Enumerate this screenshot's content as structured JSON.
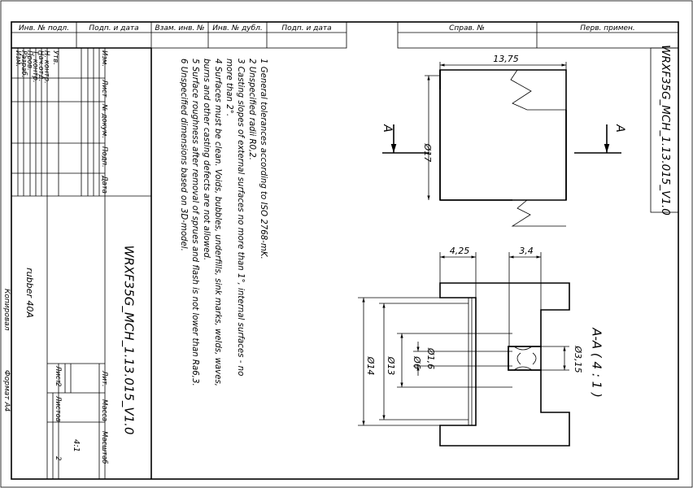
{
  "top_stamp": {
    "left_fields": [
      "Инв. № подл.",
      "Подп. и дата",
      "Взам. инв. №",
      "Инв. № дубл.",
      "Подп. и дата"
    ],
    "right_fields": [
      "Справ. №",
      "Перв. примен."
    ]
  },
  "code_box": "WRXF35G_MCH_1.13.015_V1.0",
  "left_block": {
    "roles": [
      "Изм.",
      "Разраб.",
      "Пров.",
      "Т. контр.",
      "Нач.отд.",
      "Н. контр.",
      "Утв."
    ],
    "revision_headers": [
      "Изм.",
      "Лист",
      "№ докум.",
      "Подп.",
      "Дата"
    ],
    "designation": "WRXF35G_MCH_1.13.015_V1.0",
    "material": "rubber 40A",
    "lit_label": "Лит.",
    "mass_label": "Масса",
    "scale_label": "Масштаб",
    "sheet_label": "Лист",
    "sheet_value": "2",
    "sheets_label": "Листов",
    "sheets_value": "2",
    "scale_value": "4:1"
  },
  "bottom_labels": {
    "copied": "Копировал",
    "format": "Формат A4"
  },
  "notes": [
    "1 General tolerances according to ISO 2768-mK.",
    "2 Unspecified radii R0,2.",
    "3 Casting slopes of external surfaces no more than 1°, internal surfaces - no",
    "more than 2°.",
    "4 Surfaces must be clean. Voids, bubbles, underfills, sink marks, welds, waves,",
    "burns and other casting defects are not allowed.",
    "5 Surface roughness after removal of sprues and flash is not lower than Ra6,3.",
    "6 Unspecified dimensions based on 3D-model."
  ],
  "view_top": {
    "dim_length": "13,75",
    "dim_diameter": "Ø17",
    "section_mark": "A"
  },
  "section_view": {
    "title": "A-A ( 4 : 1 )",
    "dim_4_25": "4,25",
    "dim_3_4": "3,4",
    "dim_14": "Ø14",
    "dim_13": "Ø13",
    "dim_6": "Ø6",
    "dim_1_6": "Ø1,6",
    "dim_3_15": "Ø3,15"
  }
}
